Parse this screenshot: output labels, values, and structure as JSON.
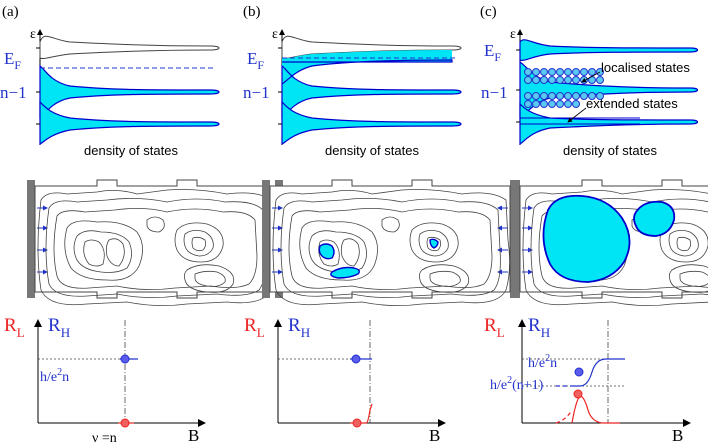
{
  "panels": [
    {
      "label": "(a)",
      "dos": {
        "epsilon": "ε",
        "ef_main": "E",
        "ef_sub": "F",
        "nminus1": "n−1",
        "xlabel": "density of states"
      },
      "transport": {
        "rl_main": "R",
        "rl_sub": "L",
        "rh_main": "R",
        "rh_sub": "H",
        "h_label": "h/e",
        "h_sup": "2",
        "h_tail": "n",
        "nu_label": "ν =n",
        "b_label": "B"
      }
    },
    {
      "label": "(b)",
      "dos": {
        "epsilon": "ε",
        "ef_main": "E",
        "ef_sub": "F",
        "nminus1": "n−1",
        "xlabel": "density of states"
      },
      "transport": {
        "rl_main": "R",
        "rl_sub": "L",
        "rh_main": "R",
        "rh_sub": "H",
        "b_label": "B"
      }
    },
    {
      "label": "(c)",
      "dos": {
        "epsilon": "ε",
        "ef_main": "E",
        "ef_sub": "F",
        "nminus1": "n−1",
        "xlabel": "density of states",
        "localised": "localised states",
        "extended": "extended states"
      },
      "transport": {
        "rl_main": "R",
        "rl_sub": "L",
        "rh_main": "R",
        "rh_sub": "H",
        "h1_label": "h/e",
        "h1_sup": "2",
        "h1_tail": "n",
        "h2_label": "h/e",
        "h2_sup": "2",
        "h2_tail": "(n+1)",
        "b_label": "B"
      }
    }
  ],
  "colors": {
    "fill": "#00e5f5",
    "edge": "#0000cc",
    "axis": "#000000",
    "rl": "#ee2222",
    "rh": "#2222cc",
    "plate": "#777777",
    "contour": "#444444"
  }
}
